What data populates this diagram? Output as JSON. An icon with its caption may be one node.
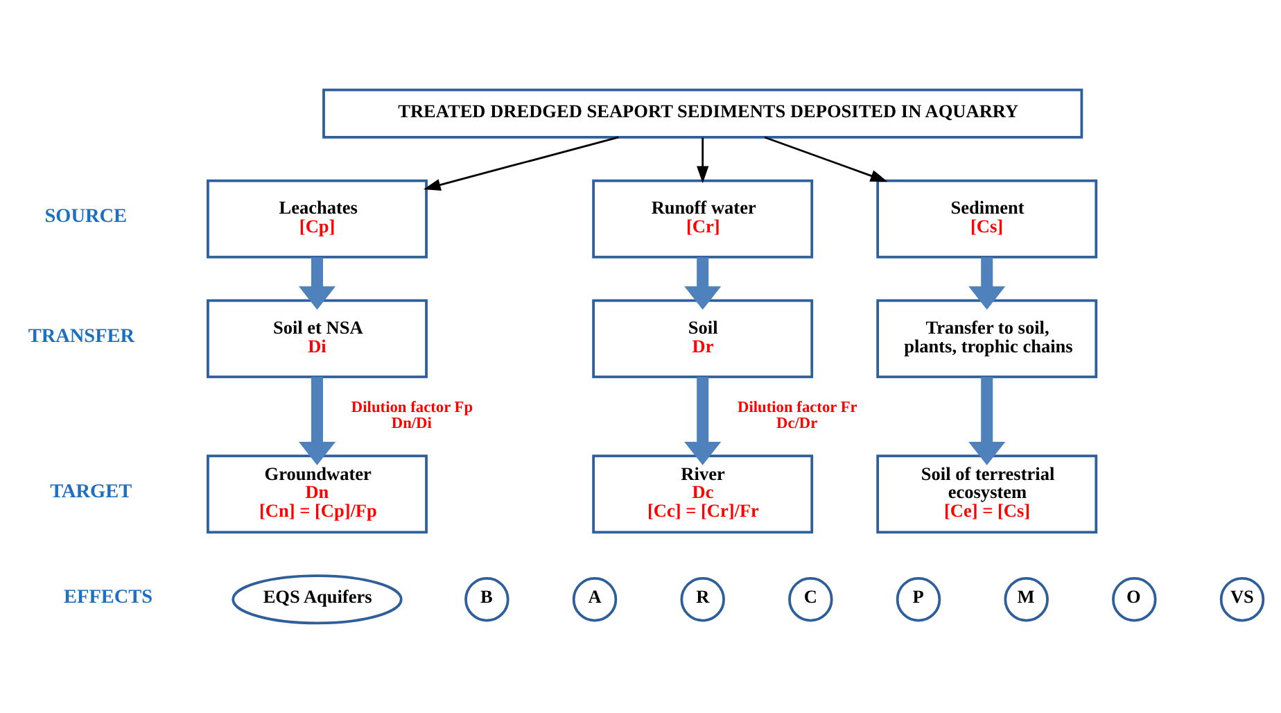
{
  "diagram": {
    "nodes": [
      {
        "text": [
          "TREATED DREDGED SEAPORT SEDIMENTS DEPOSITED IN AQUARRY"
        ]
      },
      {
        "text": [
          "Leachates",
          "[Cp]"
        ]
      },
      {
        "text": [
          "Runoff water",
          "[Cr]"
        ]
      },
      {
        "text": [
          "Sediment",
          "[Cs]"
        ]
      },
      {
        "text": [
          "Soil et NSA",
          "Di"
        ]
      },
      {
        "text": [
          "Soil",
          "Dr"
        ]
      },
      {
        "text": [
          "Transfer to soil, plants, trophic chains"
        ]
      },
      {
        "text": [
          "Groundwater",
          "Dn",
          "[Cn] = [Cp]/Fp"
        ]
      },
      {
        "text": [
          "River",
          "Dc",
          "[Cc] = [Cr]/Fr"
        ]
      },
      {
        "text": [
          "Soil of terrestrial ecosystem",
          "[Ce] = [Cs]"
        ]
      },
      {
        "text": [
          "EQS Aquifers"
        ]
      },
      {
        "text": [
          "B"
        ]
      },
      {
        "text": [
          "A"
        ]
      },
      {
        "text": [
          "R"
        ]
      },
      {
        "text": [
          "C"
        ]
      },
      {
        "text": [
          "P"
        ]
      },
      {
        "text": [
          "M"
        ]
      },
      {
        "text": [
          "O"
        ]
      },
      {
        "text": [
          "VS"
        ]
      }
    ],
    "edges": [
      {
        "from": 0,
        "to": 1,
        "arrow": "to",
        "color": "#000000"
      },
      {
        "from": 0,
        "to": 2,
        "arrow": "to",
        "color": "#000000"
      },
      {
        "from": 0,
        "to": 3,
        "arrow": "to",
        "color": "#000000"
      },
      {
        "from": 1,
        "to": 4,
        "arrow": "to"
      },
      {
        "from": 2,
        "to": 5,
        "arrow": "to"
      },
      {
        "from": 3,
        "to": 6,
        "arrow": "to"
      },
      {
        "from": 4,
        "to": 7,
        "arrow": "to",
        "label": "Dilution factor Fp Dn/Di"
      },
      {
        "from": 5,
        "to": 8,
        "arrow": "to",
        "label": "Dilution factor Fr Dc/Dr"
      },
      {
        "from": 6,
        "to": 9,
        "arrow": "to"
      }
    ],
    "labels": [
      "SOURCE",
      "TRANSFER",
      "TARGET",
      "EFFECTS"
    ]
  }
}
